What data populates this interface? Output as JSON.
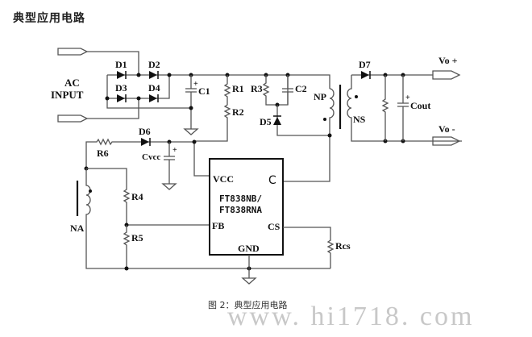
{
  "page": {
    "heading": "典型应用电路",
    "caption": "图 2：典型应用电路",
    "watermark": "www. hi1718. com"
  },
  "diagram": {
    "type": "flyback power supply schematic",
    "input_label_line1": "AC",
    "input_label_line2": "INPUT",
    "components": {
      "d1": "D1",
      "d2": "D2",
      "d3": "D3",
      "d4": "D4",
      "d5": "D5",
      "d6": "D6",
      "d7": "D7",
      "c1": "C1",
      "c2": "C2",
      "cvcc": "Cvcc",
      "cout": "Cout",
      "r1": "R1",
      "r2": "R2",
      "r3": "R3",
      "r4": "R4",
      "r5": "R5",
      "r6": "R6",
      "rcs": "Rcs",
      "np": "NP",
      "ns": "NS",
      "na": "NA",
      "plus": "+"
    },
    "outputs": {
      "vo_plus": "Vo +",
      "vo_minus": "Vo -"
    },
    "ic": {
      "part_line1": "FT838NB/",
      "part_line2": "FT838RNA",
      "pin_vcc": "VCC",
      "pin_c": "C",
      "pin_fb": "FB",
      "pin_cs": "CS",
      "pin_gnd": "GND"
    }
  }
}
